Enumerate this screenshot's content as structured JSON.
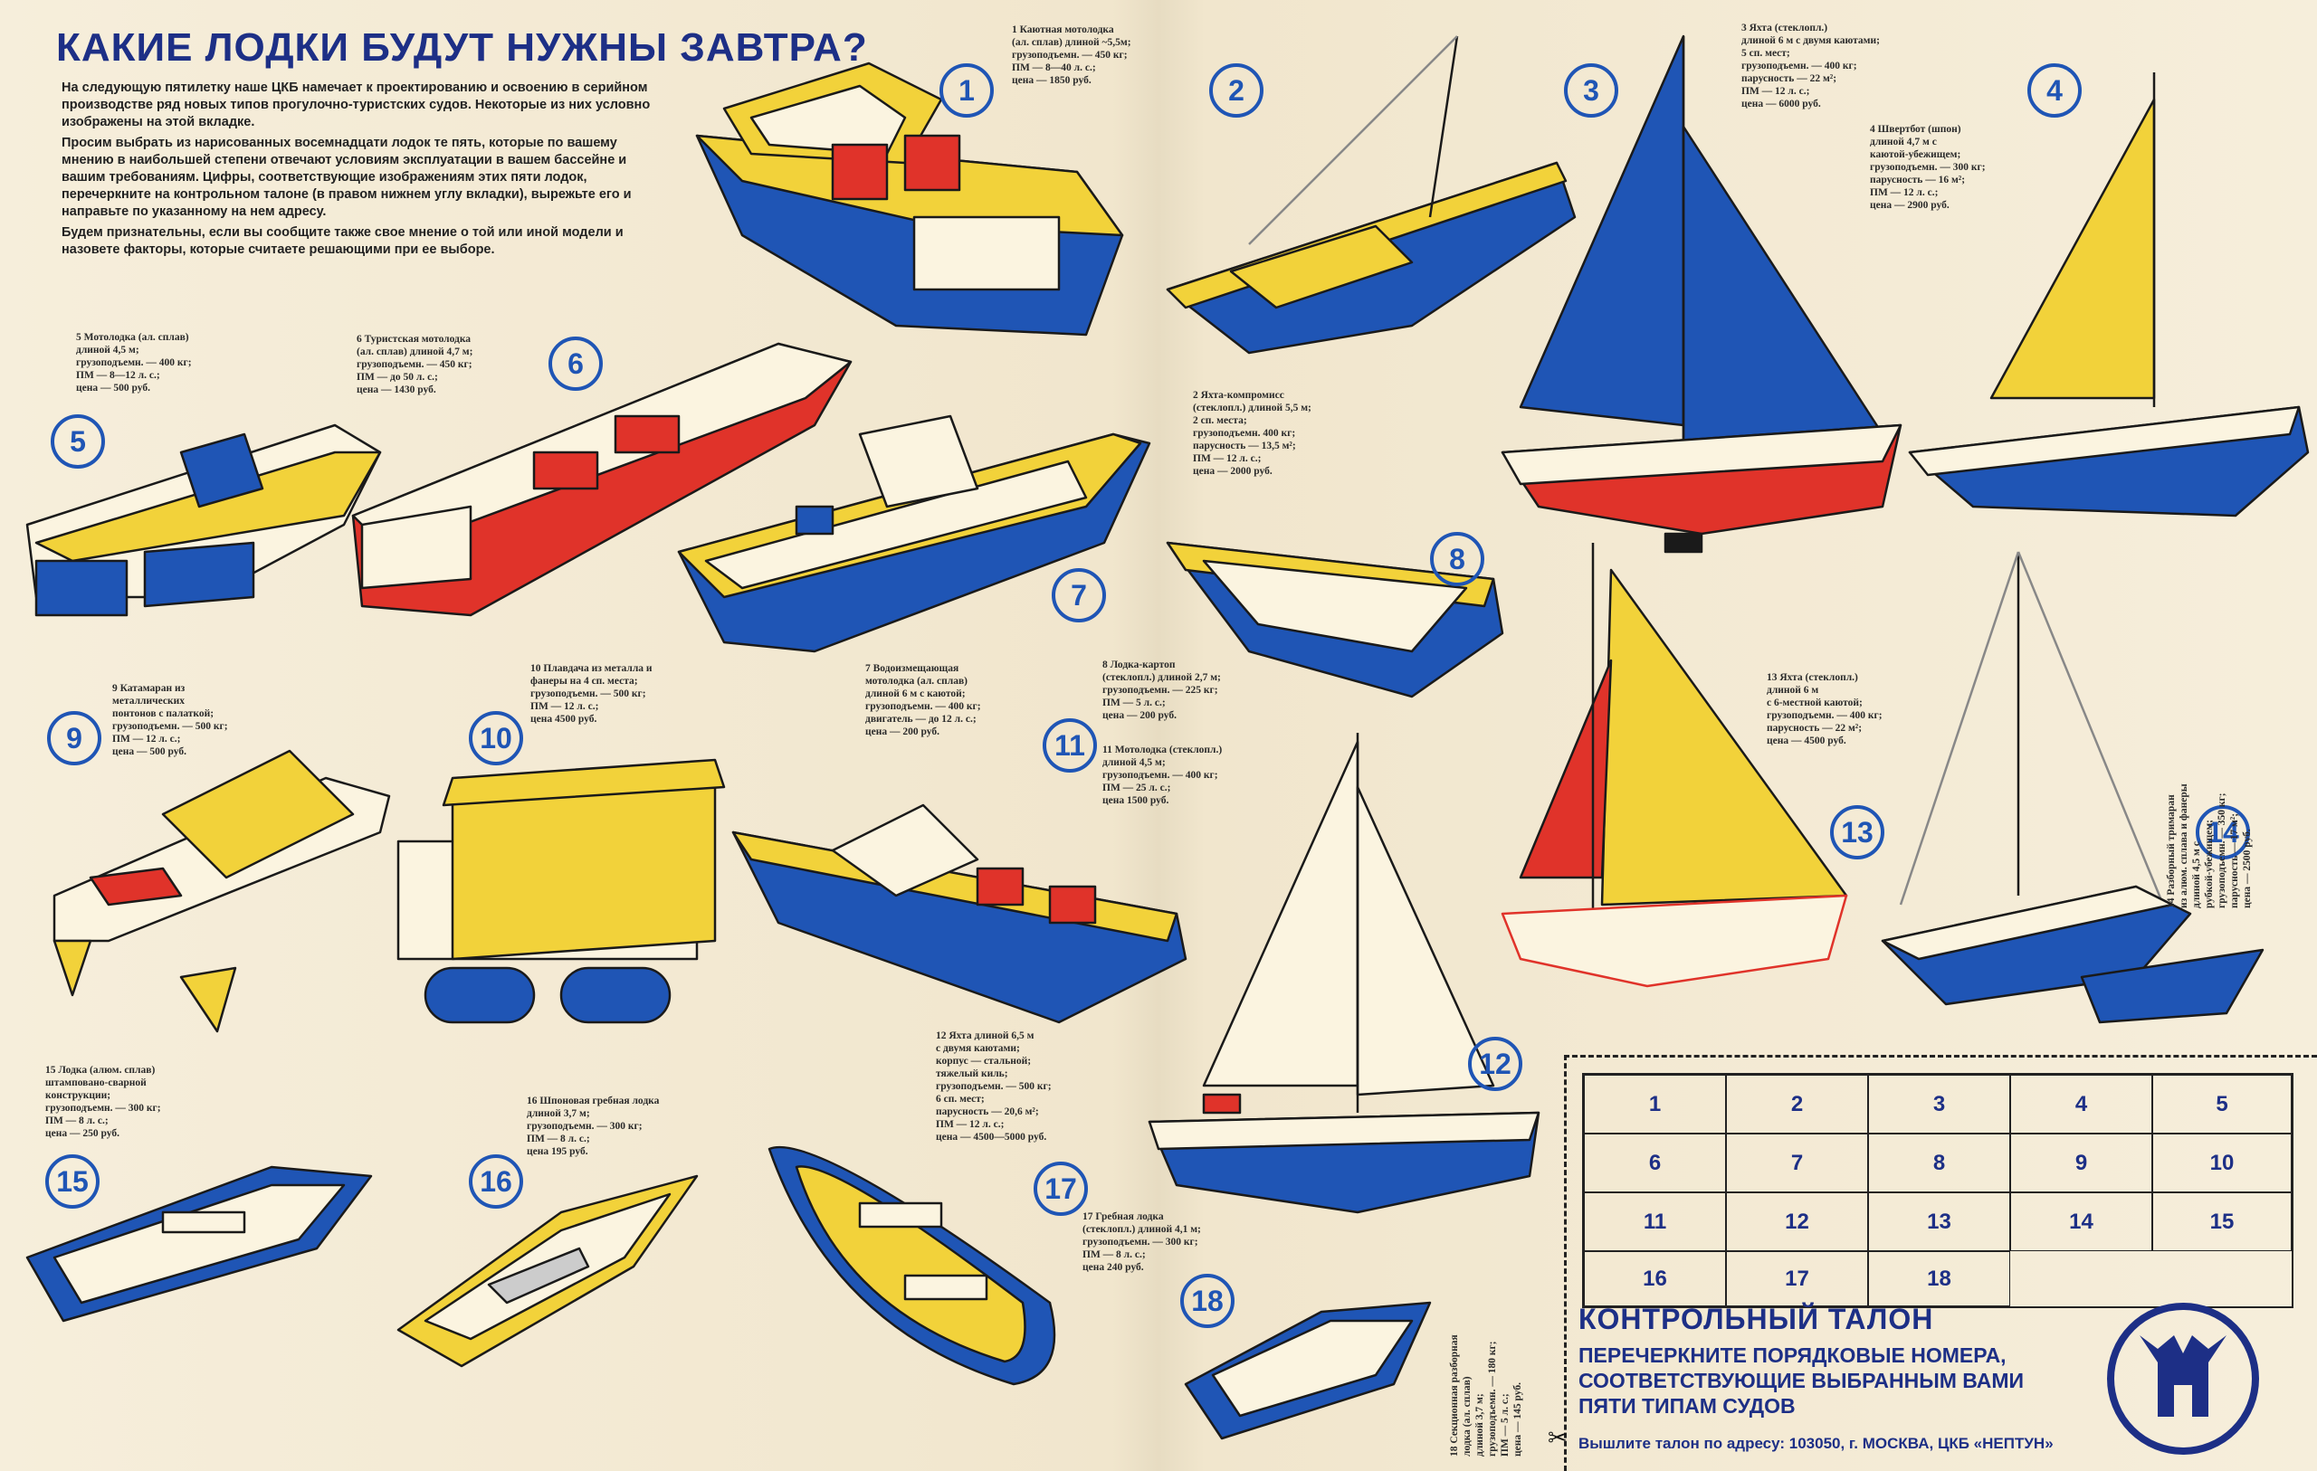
{
  "title": "КАКИЕ ЛОДКИ БУДУТ НУЖНЫ ЗАВТРА?",
  "intro": [
    "На следующую пятилетку наше ЦКБ намечает к проектированию и освоению в серийном производстве ряд новых типов прогулочно-туристских судов. Некоторые из них условно изображены на этой вкладке.",
    "Просим выбрать из нарисованных восемнадцати лодок те пять, которые по вашему мнению в наибольшей степени отвечают условиям эксплуатации в вашем бассейне и вашим требованиям. Цифры, соответствующие изображениям этих пяти лодок, перечеркните на контрольном талоне (в правом нижнем углу вкладки), вырежьте его и направьте по указанному на нем адресу.",
    "Будем признательны, если вы сообщите также свое мнение о той или иной модели и назовете факторы, которые считаете решающими при ее выборе."
  ],
  "boats": [
    {
      "n": "1",
      "spec": "1 Каютная мотолодка\n(ал. сплав) длиной ~5,5м;\nгрузоподъемн. — 450 кг;\nПМ — 8—40 л. с.;\nцена — 1850 руб."
    },
    {
      "n": "2",
      "spec": "2 Яхта-компромисс\n(стеклопл.) длиной 5,5 м;\n2 сп. места;\nгрузоподъемн. 400 кг;\nпарусность — 13,5 м²;\nПМ — 12 л. с.;\nцена — 2000 руб."
    },
    {
      "n": "3",
      "spec": "3 Яхта (стеклопл.)\nдлиной 6 м с двумя каютами;\n5 сп. мест;\nгрузоподъемн. — 400 кг;\nпарусность — 22 м²;\nПМ — 12 л. с.;\nцена — 6000 руб."
    },
    {
      "n": "4",
      "spec": "4 Швертбот (шпон)\nдлиной 4,7 м с\nкаютой-убежищем;\nгрузоподъемн. — 300 кг;\nпарусность — 16 м²;\nПМ — 12 л. с.;\nцена — 2900 руб."
    },
    {
      "n": "5",
      "spec": "5 Мотолодка (ал. сплав)\nдлиной 4,5 м;\nгрузоподъемн. — 400 кг;\nПМ — 8—12 л. с.;\nцена — 500 руб."
    },
    {
      "n": "6",
      "spec": "6 Туристская мотолодка\n(ал. сплав) длиной 4,7 м;\nгрузоподъемн. — 450 кг;\nПМ — до 50 л. с.;\nцена — 1430 руб."
    },
    {
      "n": "7",
      "spec": "7 Водоизмещающая\nмотолодка (ал. сплав)\nдлиной 6 м с каютой;\nгрузоподъемн. — 400 кг;\nдвигатель — до 12 л. с.;\nцена — 200 руб."
    },
    {
      "n": "8",
      "spec": "8 Лодка-картоп\n(стеклопл.) длиной 2,7 м;\nгрузоподъемн. — 225 кг;\nПМ — 5 л. с.;\nцена — 200 руб."
    },
    {
      "n": "9",
      "spec": "9 Катамаран из\nметаллических\nпонтонов с палаткой;\nгрузоподъемн. — 500 кг;\nПМ — 12 л. с.;\nцена — 500 руб."
    },
    {
      "n": "10",
      "spec": "10 Плавдача из металла и\nфанеры на 4 сп. места;\nгрузоподъемн. — 500 кг;\nПМ — 12 л. с.;\nцена 4500 руб."
    },
    {
      "n": "11",
      "spec": "11 Мотолодка (стеклопл.)\nдлиной 4,5 м;\nгрузоподъемн. — 400 кг;\nПМ — 25 л. с.;\nцена 1500 руб."
    },
    {
      "n": "12",
      "spec": "12 Яхта длиной 6,5 м\nс двумя каютами;\nкорпус — стальной;\nтяжелый киль;\nгрузоподъемн. — 500 кг;\n6 сп. мест;\nпарусность — 20,6 м²;\nПМ — 12 л. с.;\nцена — 4500—5000 руб."
    },
    {
      "n": "13",
      "spec": "13 Яхта (стеклопл.)\nдлиной 6 м\nс 6-местной каютой;\nгрузоподъемн. — 400 кг;\nпарусность — 22 м²;\nцена — 4500 руб."
    },
    {
      "n": "14",
      "spec": "14 Разборный тримаран\nиз алюм. сплава и фанеры\nдлиной 4,5 м с\nрубкой-убежищем;\nгрузоподъемн. — 350 кг;\nпарусность — 17 м²;\nцена — 2500 руб."
    },
    {
      "n": "15",
      "spec": "15 Лодка (алюм. сплав)\nштамповано-сварной\nконструкции;\nгрузоподъемн. — 300 кг;\nПМ — 8 л. с.;\nцена — 250 руб."
    },
    {
      "n": "16",
      "spec": "16 Шпоновая гребная лодка\nдлиной 3,7 м;\nгрузоподъемн. — 300 кг;\nПМ — 8 л. с.;\nцена 195 руб."
    },
    {
      "n": "17",
      "spec": "17 Гребная лодка\n(стеклопл.) длиной 4,1 м;\nгрузоподъемн. — 300 кг;\nПМ — 8 л. с.;\nцена 240 руб."
    },
    {
      "n": "18",
      "spec": "18 Секционная разборная\nлодка (ал. сплав)\nдлиной 3,7 м;\nгрузоподъемн. — 180 кг;\nПМ — 5 л. с.;\nцена — 145 руб."
    }
  ],
  "coupon": {
    "title": "КОНТРОЛЬНЫЙ ТАЛОН",
    "instruction": "ПЕРЕЧЕРКНИТЕ ПОРЯДКОВЫЕ НОМЕРА, СООТВЕТСТВУЮЩИЕ ВЫБРАННЫМ ВАМИ ПЯТИ ТИПАМ СУДОВ",
    "address": "Вышлите талон по адресу: 103050, г. МОСКВА, ЦКБ «НЕПТУН»",
    "numbers": [
      "1",
      "2",
      "3",
      "4",
      "5",
      "6",
      "7",
      "8",
      "9",
      "10",
      "11",
      "12",
      "13",
      "14",
      "15",
      "16",
      "17",
      "18"
    ],
    "logo_icon": "neptune-trident-icon"
  },
  "colors": {
    "blue": "#1f55b5",
    "yellow": "#f2d23a",
    "red": "#e0332a",
    "navy": "#1d2f86"
  }
}
